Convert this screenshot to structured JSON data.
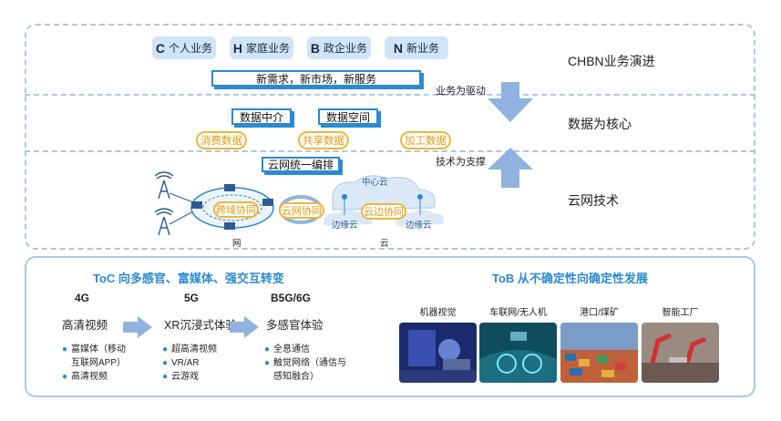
{
  "top": {
    "business_items": [
      {
        "letter": "C",
        "label": "个人业务"
      },
      {
        "letter": "H",
        "label": "家庭业务"
      },
      {
        "letter": "B",
        "label": "政企业务"
      },
      {
        "letter": "N",
        "label": "新业务"
      }
    ],
    "new_demand": "新需求，新市场，新服务",
    "right_labels": [
      "CHBN业务演进",
      "数据为核心",
      "云网技术"
    ],
    "arrow_down_label": "业务为驱动",
    "arrow_up_label": "技术为支撑",
    "data_boxes": [
      "数据中介",
      "数据空间"
    ],
    "data_pills": [
      "消费数据",
      "共享数据",
      "加工数据"
    ],
    "cloud_net_box": "云网统一编排",
    "net_pills": [
      "跨域协同",
      "云网协同",
      "云边协同"
    ],
    "center_cloud": "中心云",
    "edge_clouds": [
      "边缘云",
      "边缘云"
    ],
    "net_label": "网",
    "cloud_label": "云",
    "colors": {
      "accent": "#2a8ad4",
      "frame": "#a9c8e6",
      "orange": "#f0b53a",
      "arrow": "#8fb3de"
    }
  },
  "bottom": {
    "toc_title": "ToC 向多感官、富媒体、强交互转变",
    "tob_title": "ToB 从不确定性向确定性发展",
    "generations": [
      {
        "name": "4G",
        "title": "高清视频",
        "bullets": [
          "富媒体（移动",
          "互联网APP）",
          "高清视频"
        ]
      },
      {
        "name": "5G",
        "title": "XR沉浸式体验",
        "bullets": [
          "超高清视频",
          "VR/AR",
          "云游戏"
        ]
      },
      {
        "name": "B5G/6G",
        "title": "多感官体验",
        "bullets": [
          "全息通信",
          "触觉网络（通信与",
          "感知融合）"
        ]
      }
    ],
    "scenarios": [
      "机器视觉",
      "车联网/无人机",
      "港口/煤矿",
      "智能工厂"
    ]
  }
}
